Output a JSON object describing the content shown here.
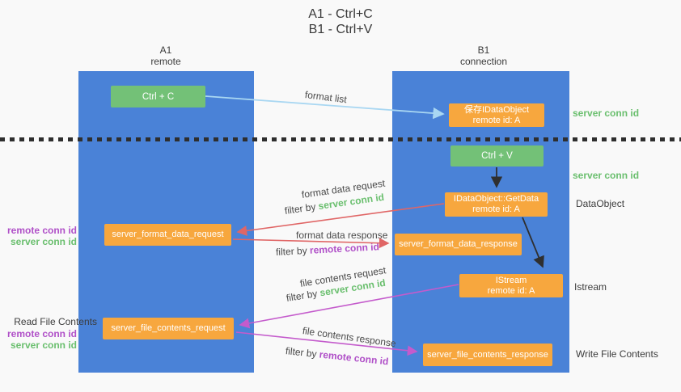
{
  "title": {
    "line1": "A1 - Ctrl+C",
    "line2": "B1 - Ctrl+V"
  },
  "columns": {
    "left": {
      "name": "A1",
      "subtitle": "remote"
    },
    "right": {
      "name": "B1",
      "subtitle": "connection"
    }
  },
  "nodes": {
    "ctrl_c": {
      "label": "Ctrl + C"
    },
    "save_idataobject": {
      "line1": "保存IDataObject",
      "line2": "remote id: A"
    },
    "ctrl_v": {
      "label": "Ctrl + V"
    },
    "getdata": {
      "line1": "IDataObject::GetData",
      "line2": "remote id: A"
    },
    "format_request": {
      "label": "server_format_data_request"
    },
    "format_response": {
      "label": "server_format_data_response"
    },
    "istream": {
      "line1": "IStream",
      "line2": "remote id: A"
    },
    "file_request": {
      "label": "server_file_contents_request"
    },
    "file_response": {
      "label": "server_file_contents_response"
    }
  },
  "arrow_labels": {
    "format_list": "format list",
    "format_data_request": "format data request",
    "format_data_response": "format data response",
    "file_contents_request": "file contents request",
    "file_contents_response": "file contents response",
    "filter_by": "filter by ",
    "server_conn_id": "server conn id",
    "remote_conn_id": "remote conn id"
  },
  "side_labels": {
    "server_conn_id_top": "server conn id",
    "server_conn_id_mid": "server conn id",
    "dataobject": "DataObject",
    "istream": "Istream",
    "write_file_contents": "Write File Contents",
    "read_file_contents": "Read File Contents",
    "remote_conn_id": "remote conn id",
    "server_conn_id": "server conn id"
  },
  "colors": {
    "column_blue": "#4a82d7",
    "box_green": "#73c177",
    "box_orange": "#f7a73e",
    "text_green": "#6abf6e",
    "text_purple": "#b050c8",
    "arrow_red": "#e06666",
    "arrow_magenta": "#c45bcc",
    "arrow_lightblue": "#a9d7f2",
    "arrow_black": "#2f2f2f"
  }
}
